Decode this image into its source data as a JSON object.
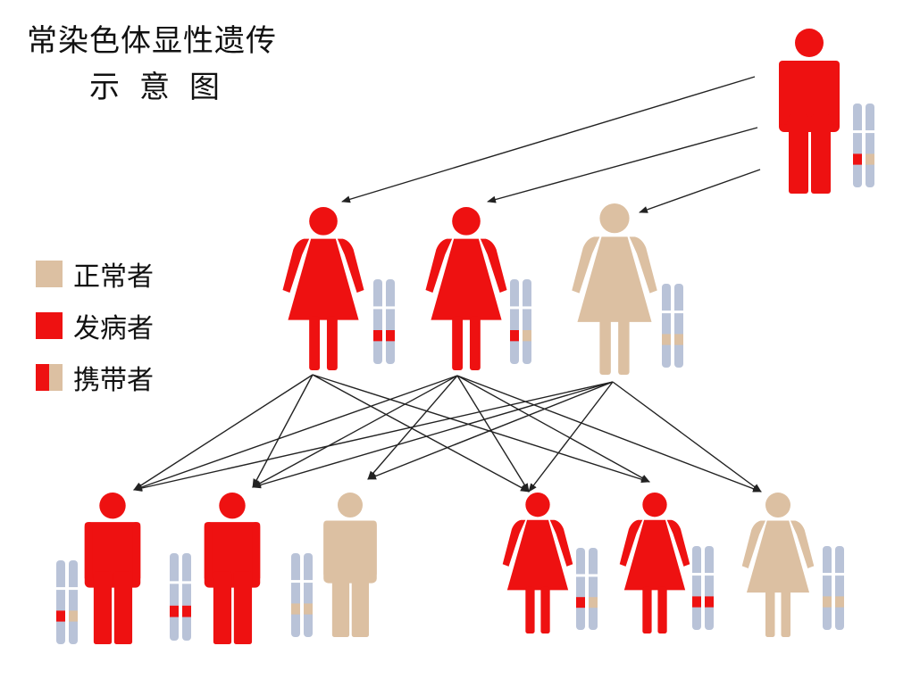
{
  "title_line1": "常染色体显性遗传",
  "title_line2": "示意图",
  "colors": {
    "affected": "#ee1111",
    "normal": "#dcc0a2",
    "chromosome": "#b9c3d8",
    "arrow": "#222222"
  },
  "legend": [
    {
      "key": "normal",
      "label": "正常者"
    },
    {
      "key": "affected",
      "label": "发病者"
    },
    {
      "key": "carrier",
      "label": "携带者"
    }
  ],
  "people": [
    {
      "id": "father",
      "sex": "male",
      "status": "affected",
      "genotype": [
        "affected",
        "normal"
      ]
    },
    {
      "id": "mother1",
      "sex": "female",
      "status": "affected",
      "genotype": [
        "affected",
        "affected"
      ]
    },
    {
      "id": "mother2",
      "sex": "female",
      "status": "affected",
      "genotype": [
        "affected",
        "normal"
      ]
    },
    {
      "id": "mother3",
      "sex": "female",
      "status": "normal",
      "genotype": [
        "normal",
        "normal"
      ]
    },
    {
      "id": "child1",
      "sex": "male",
      "status": "affected",
      "genotype": [
        "affected",
        "normal"
      ]
    },
    {
      "id": "child2",
      "sex": "male",
      "status": "affected",
      "genotype": [
        "affected",
        "affected"
      ]
    },
    {
      "id": "child3",
      "sex": "male",
      "status": "normal",
      "genotype": [
        "normal",
        "normal"
      ]
    },
    {
      "id": "child4",
      "sex": "female",
      "status": "affected",
      "genotype": [
        "affected",
        "normal"
      ]
    },
    {
      "id": "child5",
      "sex": "female",
      "status": "affected",
      "genotype": [
        "affected",
        "affected"
      ]
    },
    {
      "id": "child6",
      "sex": "female",
      "status": "normal",
      "genotype": [
        "normal",
        "normal"
      ]
    }
  ],
  "links": [
    [
      "father",
      "mother1"
    ],
    [
      "father",
      "mother2"
    ],
    [
      "father",
      "mother3"
    ],
    [
      "mother1",
      "child1"
    ],
    [
      "mother1",
      "child2"
    ],
    [
      "mother1",
      "child4"
    ],
    [
      "mother1",
      "child5"
    ],
    [
      "mother2",
      "child1"
    ],
    [
      "mother2",
      "child2"
    ],
    [
      "mother2",
      "child3"
    ],
    [
      "mother2",
      "child4"
    ],
    [
      "mother2",
      "child5"
    ],
    [
      "mother2",
      "child6"
    ],
    [
      "mother3",
      "child1"
    ],
    [
      "mother3",
      "child2"
    ],
    [
      "mother3",
      "child3"
    ],
    [
      "mother3",
      "child4"
    ],
    [
      "mother3",
      "child6"
    ]
  ]
}
